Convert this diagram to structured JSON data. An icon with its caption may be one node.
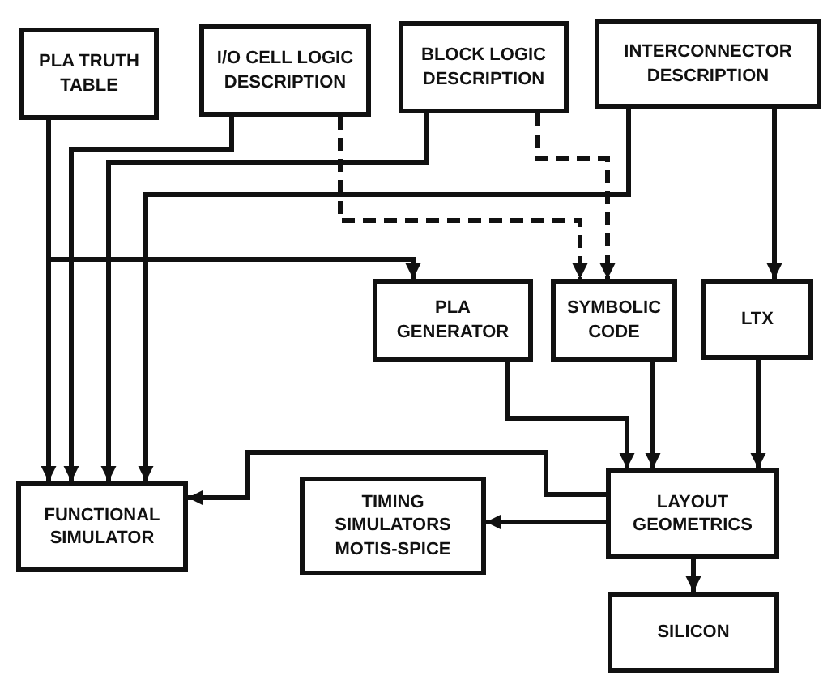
{
  "diagram": {
    "nodes": [
      {
        "text": [
          "PLA TRUTH TABLE"
        ]
      },
      {
        "text": [
          "I/O CELL LOGIC DESCRIPTION"
        ]
      },
      {
        "text": [
          "BLOCK LOGIC DESCRIPTION"
        ]
      },
      {
        "text": [
          "INTERCONNECTOR DESCRIPTION"
        ]
      },
      {
        "text": [
          "PLA GENERATOR"
        ]
      },
      {
        "text": [
          "SYMBOLIC CODE"
        ]
      },
      {
        "text": [
          "LTX"
        ]
      },
      {
        "text": [
          "FUNCTIONAL SIMULATOR"
        ]
      },
      {
        "text": [
          "TIMING SIMULATORS MOTIS-SPICE"
        ]
      },
      {
        "text": [
          "LAYOUT GEOMETRICS"
        ]
      },
      {
        "text": [
          "SILICON"
        ]
      }
    ],
    "edges": [
      {
        "from": 0,
        "to": 7,
        "arrow": "to"
      },
      {
        "from": 0,
        "to": 4,
        "arrow": "to"
      },
      {
        "from": 1,
        "to": 7,
        "arrow": "to"
      },
      {
        "from": 1,
        "to": 5,
        "arrow": "to",
        "style": "dashed"
      },
      {
        "from": 2,
        "to": 7,
        "arrow": "to"
      },
      {
        "from": 2,
        "to": 5,
        "arrow": "to",
        "style": "dashed"
      },
      {
        "from": 3,
        "to": 7,
        "arrow": "to"
      },
      {
        "from": 3,
        "to": 6,
        "arrow": "to"
      },
      {
        "from": 4,
        "to": 9,
        "arrow": "to"
      },
      {
        "from": 5,
        "to": 9,
        "arrow": "to"
      },
      {
        "from": 6,
        "to": 9,
        "arrow": "to"
      },
      {
        "from": 9,
        "to": 7,
        "arrow": "to"
      },
      {
        "from": 9,
        "to": 8,
        "arrow": "to"
      },
      {
        "from": 9,
        "to": 10,
        "arrow": "to"
      }
    ]
  }
}
